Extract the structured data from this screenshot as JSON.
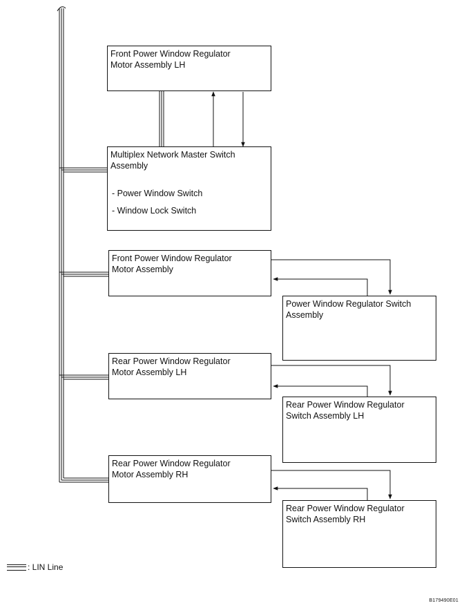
{
  "boxes": {
    "front_lh_motor": {
      "line1": "Front Power Window Regulator",
      "line2": "Motor Assembly LH"
    },
    "master_switch": {
      "line1": "Multiplex Network Master Switch",
      "line2": "Assembly",
      "items": [
        "- Power Window Switch",
        "- Window Lock Switch"
      ]
    },
    "front_motor": {
      "line1": "Front Power Window Regulator",
      "line2": "Motor Assembly"
    },
    "front_switch": {
      "line1": "Power Window Regulator Switch",
      "line2": "Assembly"
    },
    "rear_lh_motor": {
      "line1": "Rear Power Window Regulator",
      "line2": "Motor Assembly LH"
    },
    "rear_lh_switch": {
      "line1": "Rear Power Window Regulator",
      "line2": "Switch Assembly LH"
    },
    "rear_rh_motor": {
      "line1": "Rear Power Window Regulator",
      "line2": "Motor Assembly RH"
    },
    "rear_rh_switch": {
      "line1": "Rear Power Window Regulator",
      "line2": "Switch Assembly RH"
    }
  },
  "legend": {
    "label": ": LIN Line"
  },
  "figure_code": "B179490E01"
}
